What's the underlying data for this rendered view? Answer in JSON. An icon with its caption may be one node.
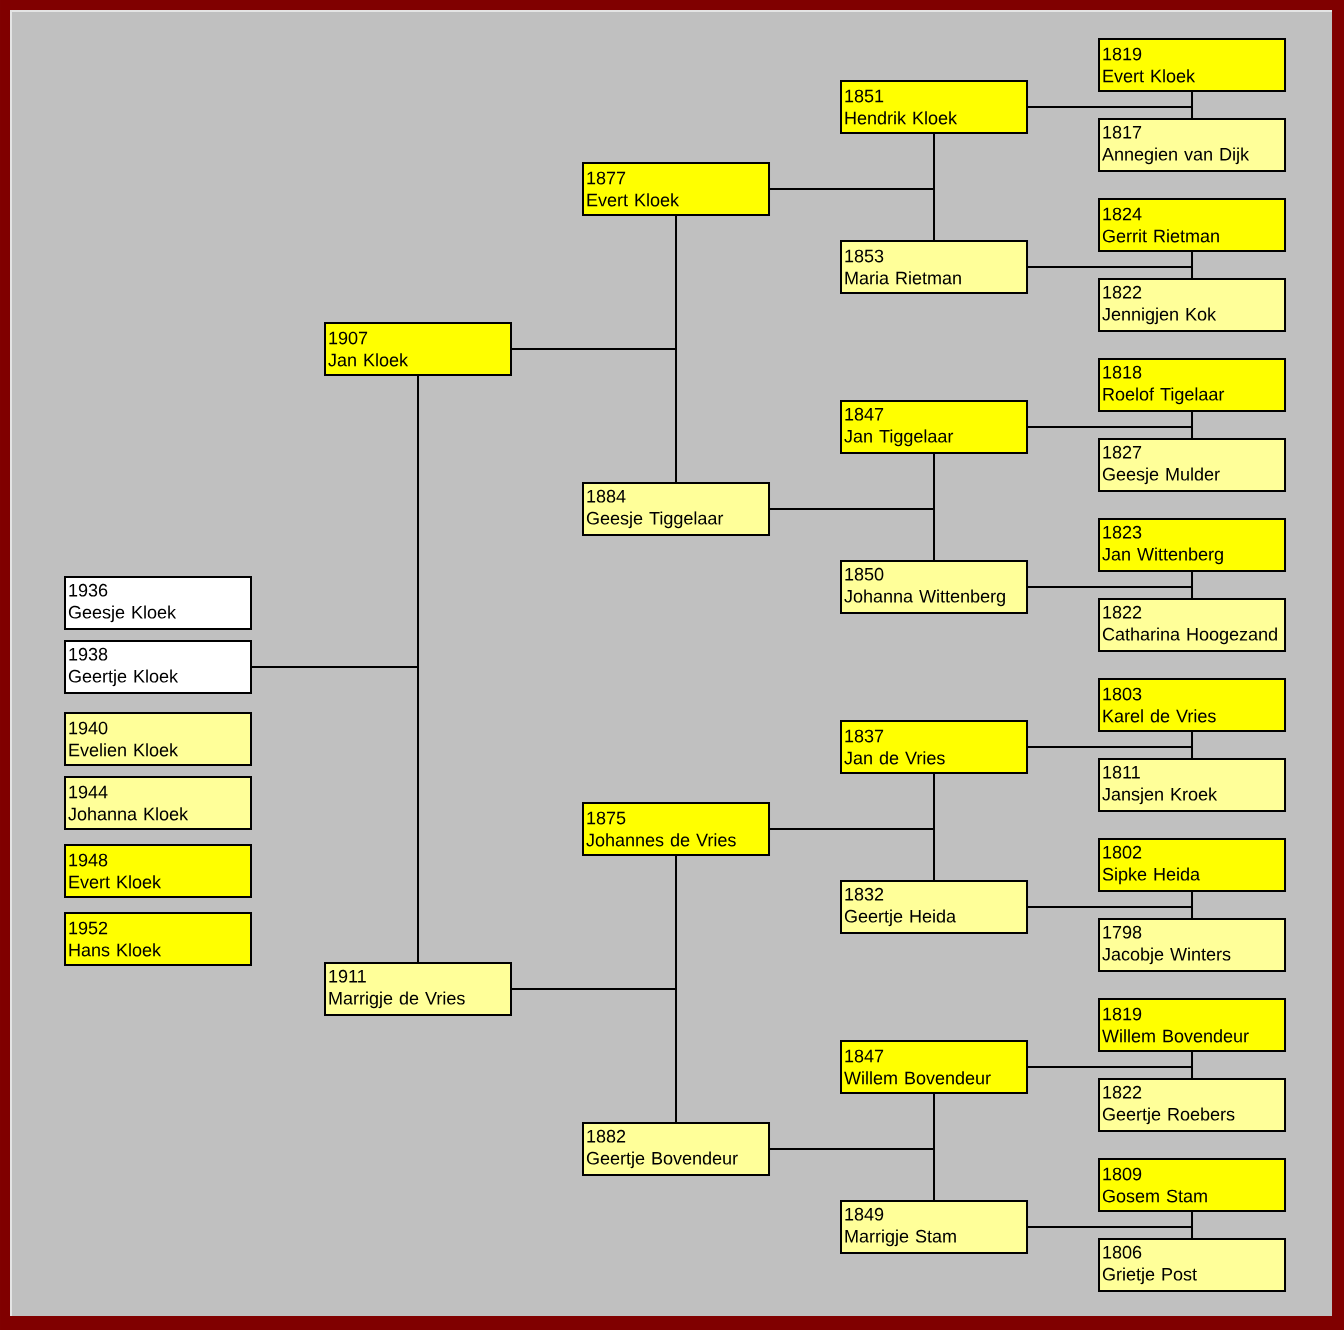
{
  "diagram": {
    "nodes": [
      {
        "text": [
          "1936",
          "Geesje Kloek"
        ]
      },
      {
        "text": [
          "1938",
          "Geertje Kloek"
        ]
      },
      {
        "text": [
          "1940",
          "Evelien Kloek"
        ]
      },
      {
        "text": [
          "1944",
          "Johanna Kloek"
        ]
      },
      {
        "text": [
          "1948",
          "Evert Kloek"
        ]
      },
      {
        "text": [
          "1952",
          "Hans Kloek"
        ]
      },
      {
        "text": [
          "1907",
          "Jan Kloek"
        ]
      },
      {
        "text": [
          "1911",
          "Marrigje de Vries"
        ]
      },
      {
        "text": [
          "1877",
          "Evert Kloek"
        ]
      },
      {
        "text": [
          "1884",
          "Geesje Tiggelaar"
        ]
      },
      {
        "text": [
          "1875",
          "Johannes de Vries"
        ]
      },
      {
        "text": [
          "1882",
          "Geertje Bovendeur"
        ]
      },
      {
        "text": [
          "1851",
          "Hendrik Kloek"
        ]
      },
      {
        "text": [
          "1853",
          "Maria Rietman"
        ]
      },
      {
        "text": [
          "1847",
          "Jan Tiggelaar"
        ]
      },
      {
        "text": [
          "1850",
          "Johanna Wittenberg"
        ]
      },
      {
        "text": [
          "1837",
          "Jan de Vries"
        ]
      },
      {
        "text": [
          "1832",
          "Geertje Heida"
        ]
      },
      {
        "text": [
          "1847",
          "Willem Bovendeur"
        ]
      },
      {
        "text": [
          "1849",
          "Marrigje Stam"
        ]
      },
      {
        "text": [
          "1819",
          "Evert Kloek"
        ]
      },
      {
        "text": [
          "1817",
          "Annegien van Dijk"
        ]
      },
      {
        "text": [
          "1824",
          "Gerrit Rietman"
        ]
      },
      {
        "text": [
          "1822",
          "Jennigjen Kok"
        ]
      },
      {
        "text": [
          "1818",
          "Roelof Tigelaar"
        ]
      },
      {
        "text": [
          "1827",
          "Geesje Mulder"
        ]
      },
      {
        "text": [
          "1823",
          "Jan Wittenberg"
        ]
      },
      {
        "text": [
          "1822",
          "Catharina Hoogezand"
        ]
      },
      {
        "text": [
          "1803",
          "Karel de Vries"
        ]
      },
      {
        "text": [
          "1811",
          "Jansjen Kroek"
        ]
      },
      {
        "text": [
          "1802",
          "Sipke Heida"
        ]
      },
      {
        "text": [
          "1798",
          "Jacobje Winters"
        ]
      },
      {
        "text": [
          "1819",
          "Willem Bovendeur"
        ]
      },
      {
        "text": [
          "1822",
          "Geertje Roebers"
        ]
      },
      {
        "text": [
          "1809",
          "Gosem Stam"
        ]
      },
      {
        "text": [
          "1806",
          "Grietje Post"
        ]
      }
    ],
    "edges": [
      {
        "from": 1,
        "to": 6,
        "arrow": "none"
      },
      {
        "from": 1,
        "to": 7,
        "arrow": "none"
      },
      {
        "from": 6,
        "to": 8,
        "arrow": "none"
      },
      {
        "from": 6,
        "to": 9,
        "arrow": "none"
      },
      {
        "from": 7,
        "to": 10,
        "arrow": "none"
      },
      {
        "from": 7,
        "to": 11,
        "arrow": "none"
      },
      {
        "from": 8,
        "to": 12,
        "arrow": "none"
      },
      {
        "from": 8,
        "to": 13,
        "arrow": "none"
      },
      {
        "from": 9,
        "to": 14,
        "arrow": "none"
      },
      {
        "from": 9,
        "to": 15,
        "arrow": "none"
      },
      {
        "from": 10,
        "to": 16,
        "arrow": "none"
      },
      {
        "from": 10,
        "to": 17,
        "arrow": "none"
      },
      {
        "from": 11,
        "to": 18,
        "arrow": "none"
      },
      {
        "from": 11,
        "to": 19,
        "arrow": "none"
      },
      {
        "from": 12,
        "to": 20,
        "arrow": "none"
      },
      {
        "from": 12,
        "to": 21,
        "arrow": "none"
      },
      {
        "from": 13,
        "to": 22,
        "arrow": "none"
      },
      {
        "from": 13,
        "to": 23,
        "arrow": "none"
      },
      {
        "from": 14,
        "to": 24,
        "arrow": "none"
      },
      {
        "from": 14,
        "to": 25,
        "arrow": "none"
      },
      {
        "from": 15,
        "to": 26,
        "arrow": "none"
      },
      {
        "from": 15,
        "to": 27,
        "arrow": "none"
      },
      {
        "from": 16,
        "to": 28,
        "arrow": "none"
      },
      {
        "from": 16,
        "to": 29,
        "arrow": "none"
      },
      {
        "from": 17,
        "to": 30,
        "arrow": "none"
      },
      {
        "from": 17,
        "to": 31,
        "arrow": "none"
      },
      {
        "from": 18,
        "to": 32,
        "arrow": "none"
      },
      {
        "from": 18,
        "to": 33,
        "arrow": "none"
      },
      {
        "from": 19,
        "to": 34,
        "arrow": "none"
      },
      {
        "from": 19,
        "to": 35,
        "arrow": "none"
      }
    ]
  }
}
